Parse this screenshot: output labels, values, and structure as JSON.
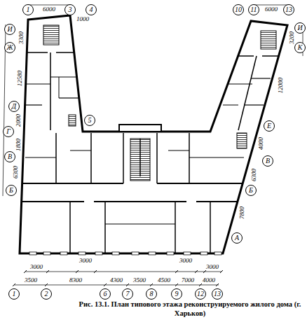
{
  "diagram": {
    "caption": "Рис. 13.1. План типового этажа реконструируемого жилого дома (г. Харьков)",
    "nodes": [
      {
        "text": [
          "1"
        ]
      },
      {
        "text": [
          "3"
        ]
      },
      {
        "text": [
          "4"
        ]
      },
      {
        "text": [
          "И"
        ]
      },
      {
        "text": [
          "Ж"
        ]
      },
      {
        "text": [
          "Д"
        ]
      },
      {
        "text": [
          "Г"
        ]
      },
      {
        "text": [
          "В"
        ]
      },
      {
        "text": [
          "Б"
        ]
      },
      {
        "text": [
          "5"
        ]
      },
      {
        "text": [
          "10"
        ]
      },
      {
        "text": [
          "11"
        ]
      },
      {
        "text": [
          "13"
        ]
      },
      {
        "text": [
          "И"
        ]
      },
      {
        "text": [
          "К"
        ]
      },
      {
        "text": [
          "Е"
        ]
      },
      {
        "text": [
          "В"
        ]
      },
      {
        "text": [
          "Б"
        ]
      },
      {
        "text": [
          "А"
        ]
      },
      {
        "text": [
          "1"
        ]
      },
      {
        "text": [
          "2"
        ]
      },
      {
        "text": [
          "6"
        ]
      },
      {
        "text": [
          "7"
        ]
      },
      {
        "text": [
          "8"
        ]
      },
      {
        "text": [
          "9"
        ]
      },
      {
        "text": [
          "12"
        ]
      },
      {
        "text": [
          "13"
        ]
      }
    ],
    "labels": [
      "6000",
      "1000",
      "3300",
      "12580",
      "2000",
      "1800",
      "6300",
      "6000",
      "3200",
      "12000",
      "4000",
      "6300",
      "7800",
      "3000",
      "3000",
      "3000",
      "3000",
      "3500",
      "8300",
      "4300",
      "3500",
      "4500",
      "7000",
      "4000"
    ]
  }
}
